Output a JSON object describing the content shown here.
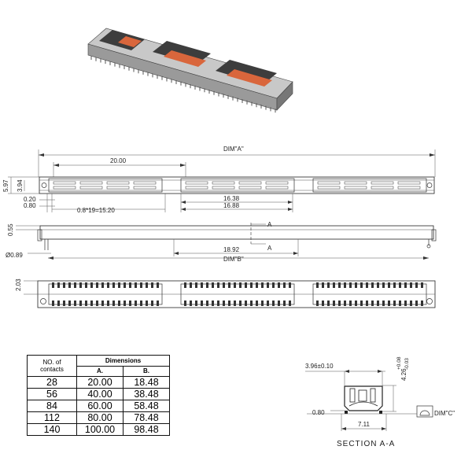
{
  "labels": {
    "dim_a": "DIM\"A\"",
    "dim_b": "DIM\"B\"",
    "dim_c": "DIM\"C\"",
    "d_20": "20.00",
    "d_597": "5.97",
    "d_394": "3.94",
    "d_020": "0.20",
    "d_080": "0.80",
    "pitch": "0.8*19=15.20",
    "d_1638": "16.38",
    "d_1688": "16.88",
    "d_055": "0.55",
    "d_089": "Ø0.89",
    "d_1892": "18.92",
    "sec_a1": "A",
    "sec_a2": "A",
    "d_203": "2.03",
    "s_396": "3.96±0.10",
    "s_426": "4.26",
    "s_tol_plus": "+0.08",
    "s_tol_minus": "-0.03",
    "s_080": "0.80",
    "s_711": "7.11",
    "section_title": "SECTION A-A"
  },
  "table": {
    "col1_line1": "NO. of",
    "col1_line2": "contacts",
    "dims_header": "Dimensions",
    "col_a": "A.",
    "col_b": "B.",
    "rows": [
      {
        "n": "28",
        "a": "20.00",
        "b": "18.48"
      },
      {
        "n": "56",
        "a": "40.00",
        "b": "38.48"
      },
      {
        "n": "84",
        "a": "60.00",
        "b": "58.48"
      },
      {
        "n": "112",
        "a": "80.00",
        "b": "78.48"
      },
      {
        "n": "140",
        "a": "100.00",
        "b": "98.48"
      }
    ]
  }
}
